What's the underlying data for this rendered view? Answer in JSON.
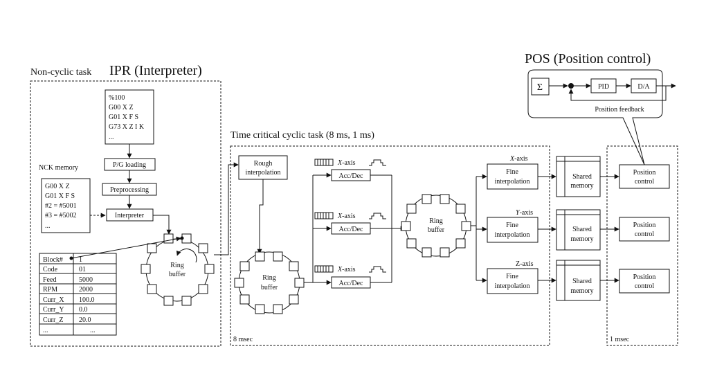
{
  "titles": {
    "ipr": "IPR (Interpreter)",
    "non_cyclic": "Non-cyclic task",
    "pos": "POS (Position control)",
    "time_critical": "Time critical cyclic task (8 ms, 1 ms)"
  },
  "program_lines": [
    "%100",
    "G00 X Z",
    "G01 X F S",
    "G73 X Z I K",
    "..."
  ],
  "ipr": {
    "pg_loading": "P/G loading",
    "preprocessing": "Preprocessing",
    "interpreter": "Interpreter",
    "nck_memory_label": "NCK memory",
    "nck_lines": [
      "G00 X Z",
      "G01 X F S",
      "#2 = #5001",
      "#3 = #5002",
      "..."
    ],
    "ring_buffer": [
      "Ring",
      "buffer"
    ],
    "table": [
      [
        "Block#",
        "1"
      ],
      [
        "Code",
        "01"
      ],
      [
        "Feed",
        "5000"
      ],
      [
        "RPM",
        "2000"
      ],
      [
        "Curr_X",
        "100.0"
      ],
      [
        "Curr_Y",
        "0.0"
      ],
      [
        "Curr_Z",
        "20.0"
      ],
      [
        "...",
        "..."
      ]
    ]
  },
  "cyclic": {
    "rough": [
      "Rough",
      "interpolation"
    ],
    "ring_buffer": [
      "Ring",
      "buffer"
    ],
    "axis_label": "-axis",
    "axis_prefix": "X",
    "acc_dec": "Acc/Dec",
    "ring_buffer2": [
      "Ring",
      "buffer"
    ],
    "fine": [
      "Fine",
      "interpolation"
    ],
    "fine_axes": [
      "X",
      "Y",
      "Z"
    ],
    "shared": [
      "Shared",
      "memory"
    ],
    "ms8": "8 msec"
  },
  "pos": {
    "sigma": "Σ",
    "pid": "PID",
    "da": "D/A",
    "feedback": "Position feedback",
    "pc": [
      "Position",
      "control"
    ],
    "ms1": "1 msec"
  }
}
